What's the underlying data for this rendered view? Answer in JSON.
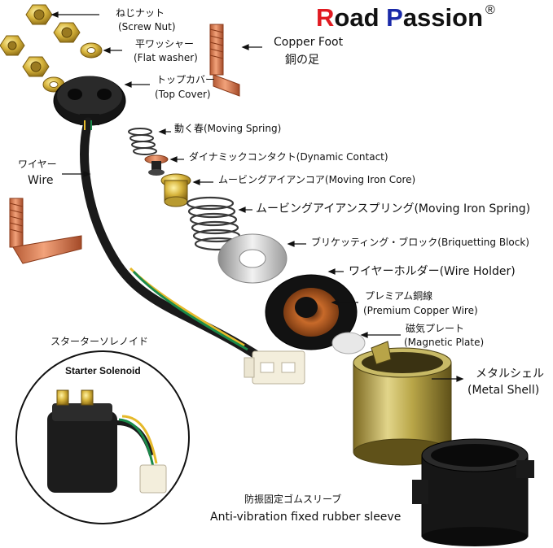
{
  "brand": {
    "first_letter": "R",
    "first_rest": "oad ",
    "second_letter": "P",
    "second_rest": "assion",
    "registered": "®",
    "accent_red": "#e11b22",
    "accent_blue": "#1a2aa8"
  },
  "labels": {
    "screw_nut_jp": "ねじナット",
    "screw_nut_en": "(Screw Nut)",
    "flat_washer_jp": "平ワッシャー",
    "flat_washer_en": "(Flat washer)",
    "top_cover_jp": "トップカバー",
    "top_cover_en": "(Top Cover)",
    "copper_foot_en": "Copper Foot",
    "copper_foot_jp": "銅の足",
    "moving_spring": "動く春(Moving Spring)",
    "dynamic_contact": "ダイナミックコンタクト(Dynamic Contact)",
    "moving_iron_core": "ムービングアイアンコア(Moving Iron Core)",
    "moving_iron_spring": "ムービングアイアンスプリング(Moving Iron Spring)",
    "briquetting_block": "ブリケッティング・ブロック(Briquetting Block)",
    "wire_holder": "ワイヤーホルダー(Wire Holder)",
    "premium_copper_jp": "プレミアム銅線",
    "premium_copper_en": "(Premium Copper Wire)",
    "magnetic_plate_jp": "磁気プレート",
    "magnetic_plate_en": "(Magnetic Plate)",
    "metal_shell_jp": "メタルシェル",
    "metal_shell_en": "(Metal Shell)",
    "wire_jp": "ワイヤー",
    "wire_en": "Wire",
    "starter_solenoid_jp": "スターターソレノイド",
    "starter_solenoid_en": "Starter Solenoid",
    "rubber_sleeve_jp": "防振固定ゴムスリーブ",
    "rubber_sleeve_en": "Anti-vibration fixed rubber sleeve"
  }
}
